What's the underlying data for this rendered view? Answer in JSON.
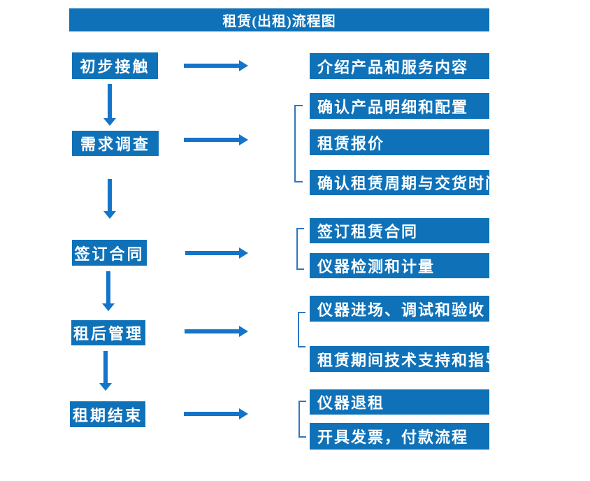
{
  "title": "租赁(出租)流程图",
  "colors": {
    "box": "#0f72b9",
    "arrow": "#1474c9",
    "bracket": "#2e77c2",
    "text": "#ffffff",
    "background": "#ffffff"
  },
  "steps": [
    {
      "label": "初步接触",
      "details": [
        "介绍产品和服务内容"
      ]
    },
    {
      "label": "需求调查",
      "details": [
        "确认产品明细和配置",
        "租赁报价",
        "确认租赁周期与交货时间"
      ]
    },
    {
      "label": "签订合同",
      "details": [
        "签订租赁合同",
        "仪器检测和计量"
      ]
    },
    {
      "label": "租后管理",
      "details": [
        "仪器进场、调试和验收",
        "租赁期间技术支持和指导"
      ]
    },
    {
      "label": "租期结束",
      "details": [
        "仪器退租",
        "开具发票，付款流程"
      ]
    }
  ]
}
